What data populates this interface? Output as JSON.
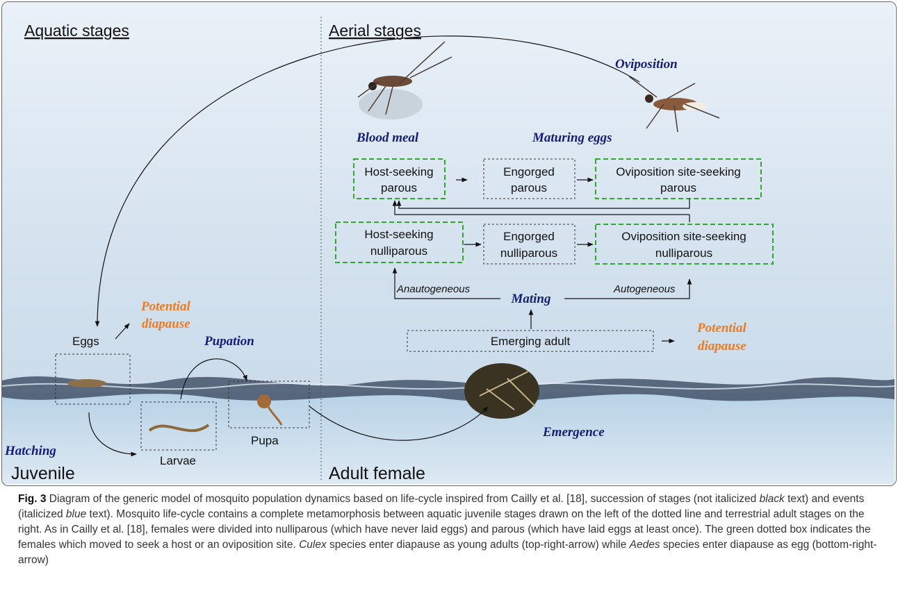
{
  "headers": {
    "aquatic": "Aquatic stages",
    "aerial": "Aerial stages",
    "juvenile": "Juvenile",
    "adult_female": "Adult female"
  },
  "events": {
    "oviposition": "Oviposition",
    "blood_meal": "Blood meal",
    "maturing_eggs": "Maturing eggs",
    "mating": "Mating",
    "pupation": "Pupation",
    "hatching": "Hatching",
    "emergence": "Emergence"
  },
  "diapause": {
    "egg_line1": "Potential",
    "egg_line2": "diapause",
    "adult_line1": "Potential",
    "adult_line2": "diapause"
  },
  "stages": {
    "host_parous_1": "Host-seeking",
    "host_parous_2": "parous",
    "engorged_parous_1": "Engorged",
    "engorged_parous_2": "parous",
    "ovi_parous_1": "Oviposition site-seeking",
    "ovi_parous_2": "parous",
    "host_nulli_1": "Host-seeking",
    "host_nulli_2": "nulliparous",
    "engorged_nulli_1": "Engorged",
    "engorged_nulli_2": "nulliparous",
    "ovi_nulli_1": "Oviposition site-seeking",
    "ovi_nulli_2": "nulliparous",
    "emerging_adult": "Emerging adult",
    "eggs": "Eggs",
    "larvae": "Larvae",
    "pupa": "Pupa"
  },
  "routes": {
    "anautogeneous": "Anautogeneous",
    "autogeneous": "Autogeneous"
  },
  "caption": {
    "label": "Fig. 3",
    "p1": " Diagram of the generic model of mosquito population dynamics based on life-cycle inspired from Cailly et al. [18], succession of stages (not italicized ",
    "black": "black",
    "p2": " text) and events (italicized ",
    "blue": "blue",
    "p3": " text). Mosquito life-cycle contains a complete metamorphosis between aquatic juvenile stages drawn on the left of the dotted line and terrestrial adult stages on the right. As in Cailly et al. [18], females were divided into nulliparous (which have never laid eggs) and parous (which have laid eggs at least once). The green dotted box indicates the females which moved to seek a host or an oviposition site. ",
    "culex": "Culex",
    "p4": " species enter diapause as young adults (top-right-arrow) while ",
    "aedes": "Aedes",
    "p5": " species enter diapause as egg (bottom-right-arrow)"
  },
  "colors": {
    "event_blue": "#141e78",
    "diapause_orange": "#f07a1c",
    "box_green": "#2ea82e"
  }
}
